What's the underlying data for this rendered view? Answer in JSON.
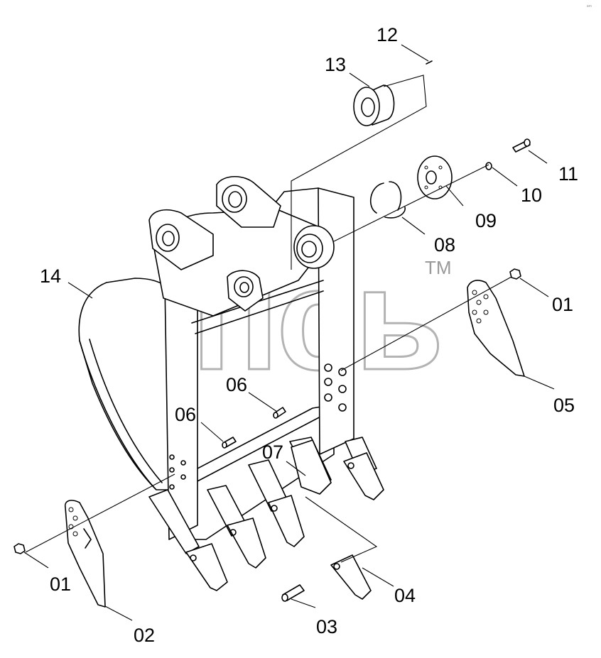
{
  "watermark": {
    "brand": "эпсь",
    "trademark": "TM"
  },
  "corner_mark": "ᵃᵐ",
  "labels": {
    "l01_right": "01",
    "l01_left": "01",
    "l02": "02",
    "l03": "03",
    "l04": "04",
    "l05": "05",
    "l06_a": "06",
    "l06_b": "06",
    "l07": "07",
    "l08": "08",
    "l09": "09",
    "l10": "10",
    "l11": "11",
    "l12": "12",
    "l13": "13",
    "l14": "14"
  }
}
